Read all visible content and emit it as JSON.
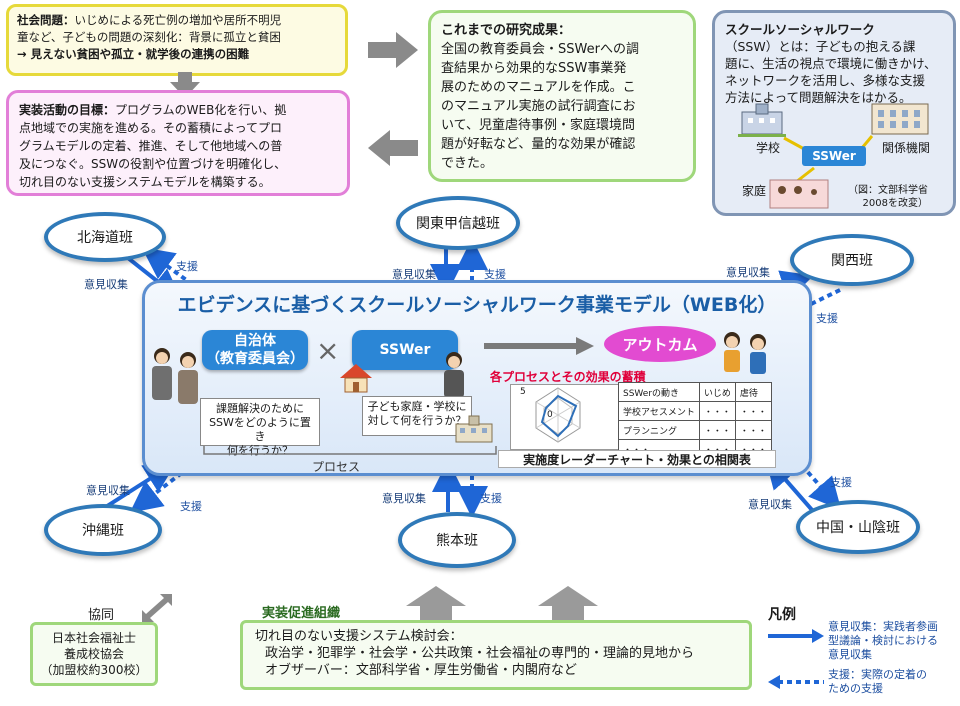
{
  "social_issue": {
    "label": "社会問題：",
    "text1": "いじめによる死亡例の増加や居所不明児",
    "text2": "童など、子どもの問題の深刻化：背景に孤立と貧困",
    "text3": "→ 見えない貧困や孤立・就学後の連携の困難"
  },
  "goal": {
    "label": "実装活動の目標：",
    "text1": "プログラムのWEB化を行い、拠",
    "text2": "点地域での実施を進める。その蓄積によってプロ",
    "text3": "グラムモデルの定着、推進、そして他地域への普",
    "text4": "及につなぐ。SSWの役割や位置づけを明確化し、",
    "text5": "切れ目のない支援システムモデルを構築する。"
  },
  "results": {
    "label": "これまでの研究成果：",
    "lines": [
      "全国の教育委員会・SSWerへの調",
      "査結果から効果的なSSW事業発",
      "展のためのマニュアルを作成。こ",
      "のマニュアル実施の試行調査にお",
      "いて、児童虐待事例・家庭環境問",
      "題が好転など、量的な効果が確認",
      "できた。"
    ]
  },
  "ssw": {
    "title": "スクールソーシャルワーク",
    "lines": [
      "（SSW）とは：子どもの抱える課",
      "題に、生活の視点で環境に働きかけ、",
      "ネットワークを活用し、多様な支援",
      "方法によって問題解決をはかる。"
    ],
    "school": "学校",
    "agency": "関係機関",
    "home": "家庭",
    "center": "SSWer",
    "source1": "（図：文部科学省",
    "source2": "2008を改変）"
  },
  "regions": {
    "hokkaido": "北海道班",
    "kanto": "関東甲信越班",
    "kansai": "関西班",
    "okinawa": "沖縄班",
    "kumamoto": "熊本班",
    "chugoku": "中国・山陰班"
  },
  "flow": {
    "opinion": "意見収集",
    "support": "支援"
  },
  "main": {
    "title": "エビデンスに基づくスクールソーシャルワーク事業モデル（WEB化）",
    "jichitai1": "自治体",
    "jichitai2": "（教育委員会）",
    "times": "×",
    "sswer": "SSWer",
    "outcome": "アウトカム",
    "q1_1": "課題解決のために",
    "q1_2": "SSWをどのように置き",
    "q1_3": "何を行うか？",
    "q2_1": "子ども家庭・学校に",
    "q2_2": "対して何を行うか？",
    "process": "プロセス",
    "accum": "各プロセスとその効果の蓄積",
    "radar_max": "5",
    "radar_min": "0",
    "table": {
      "headers": [
        "SSWerの動き",
        "いじめ",
        "虐待"
      ],
      "rows": [
        [
          "学校アセスメント",
          "・・・",
          "・・・"
        ],
        [
          "プランニング",
          "・・・",
          "・・・"
        ],
        [
          "・・・",
          "・・・",
          "・・・"
        ]
      ]
    },
    "caption": "実施度レーダーチャート・効果との相関表"
  },
  "bottom": {
    "kyodo": "協同",
    "jaswe1": "日本社会福祉士",
    "jaswe2": "養成校協会",
    "jaswe3": "（加盟校約300校）",
    "org_title": "実装促進組織",
    "org1": "切れ目のない支援システム検討会：",
    "org2": "政治学・犯罪学・社会学・公共政策・社会福祉の専門的・理論的見地から",
    "org3": "オブザーバー：文部科学省・厚生労働省・内閣府など"
  },
  "legend": {
    "title": "凡例",
    "solid1": "意見収集：実践者参画",
    "solid2": "型議論・検討における",
    "solid3": "意見収集",
    "dot1": "支援：実際の定着の",
    "dot2": "ための支援"
  },
  "colors": {
    "accent_blue": "#1f66d6",
    "outcome_pink": "#e24bd1",
    "accum_red": "#e0003a"
  }
}
